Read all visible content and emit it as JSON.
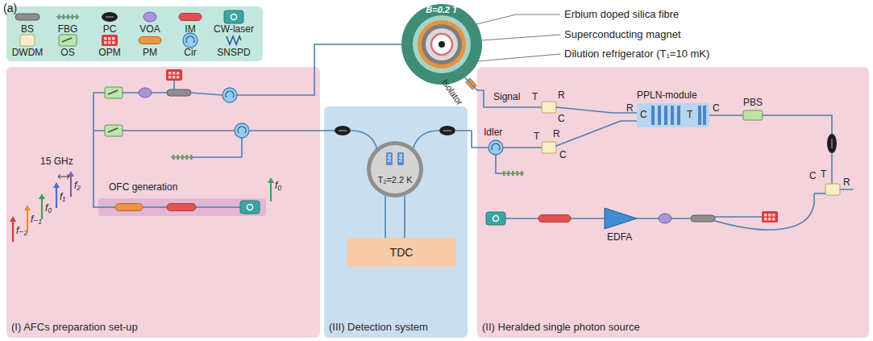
{
  "diagram": {
    "nodes": [
      {
        "text": [
          "(I) AFCs preparation set-up"
        ]
      },
      {
        "text": [
          "(III) Detection system"
        ]
      },
      {
        "text": [
          "(II) Heralded single photon source"
        ]
      },
      {
        "text": [
          "B=0.2 T"
        ]
      },
      {
        "text": [
          "T₂=2.2 K"
        ],
        "in": 1
      },
      {
        "text": [
          "TDC"
        ],
        "in": 1
      },
      {
        "text": [
          "PPLN-module"
        ],
        "in": 2
      }
    ],
    "edges": [
      {
        "from": 0,
        "to": 3,
        "arrow": "none"
      },
      {
        "from": 3,
        "to": 2,
        "arrow": "none"
      },
      {
        "from": 4,
        "to": 5,
        "arrow": "none"
      },
      {
        "from": 4,
        "to": 5,
        "arrow": "none"
      }
    ],
    "labels": [
      "(a)",
      "Erbium doped silica fibre",
      "Superconducting magnet",
      "Dilution refrigerator (T₁=10 mK)",
      "Isolator",
      "Signal",
      "Idler",
      "15 GHz",
      "f₋₂",
      "f₋₁",
      "f₀",
      "f₁",
      "f₂",
      "OFC generation",
      "f₀",
      "T",
      "R",
      "C",
      "R",
      "T",
      "C",
      "R",
      "C",
      "T",
      "C",
      "PBS",
      "T",
      "C",
      "R",
      "EDFA"
    ],
    "legend": [
      {
        "text": "BS"
      },
      {
        "text": "FBG"
      },
      {
        "text": "PC"
      },
      {
        "text": "VOA"
      },
      {
        "text": "IM"
      },
      {
        "text": "CW-laser"
      },
      {
        "text": "DWDM"
      },
      {
        "text": "OS"
      },
      {
        "text": "OPM"
      },
      {
        "text": "PM"
      },
      {
        "text": "Cir"
      },
      {
        "text": "SNSPD"
      }
    ]
  }
}
